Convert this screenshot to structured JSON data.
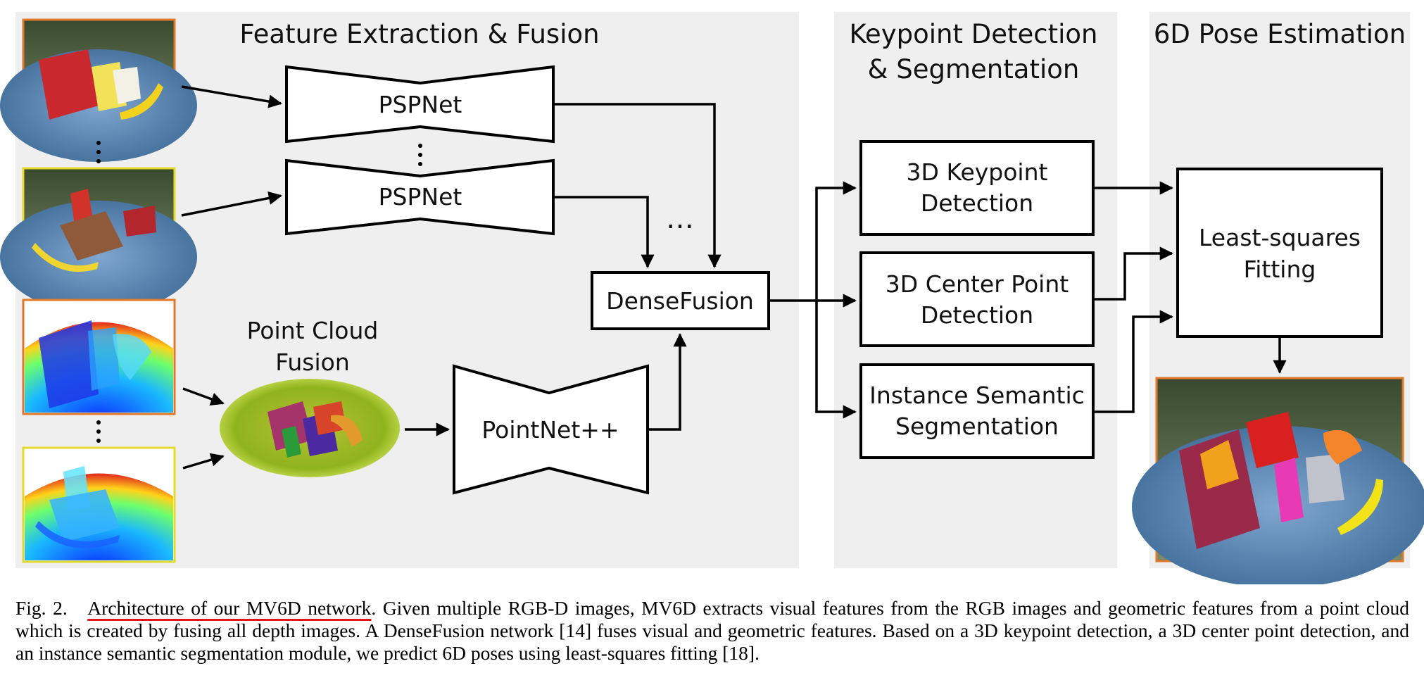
{
  "sections": {
    "extraction_title": "Feature Extraction & Fusion",
    "keypoint_title_line1": "Keypoint Detection",
    "keypoint_title_line2": "& Segmentation",
    "pose_title": "6D Pose Estimation"
  },
  "nodes": {
    "pspnet_top": "PSPNet",
    "pspnet_bottom": "PSPNet",
    "densefusion": "DenseFusion",
    "pointnet": "PointNet++",
    "point_cloud_line1": "Point Cloud",
    "point_cloud_line2": "Fusion",
    "keypoint_line1": "3D Keypoint",
    "keypoint_line2": "Detection",
    "center_line1": "3D Center Point",
    "center_line2": "Detection",
    "segmentation_line1": "Instance Semantic",
    "segmentation_line2": "Segmentation",
    "lsq_line1": "Least-squares",
    "lsq_line2": "Fitting",
    "ellipsis": "…"
  },
  "caption": {
    "figure_label": "Fig. 2.",
    "figure_title": "Architecture of our MV6D network",
    "body": ". Given multiple RGB-D images, MV6D extracts visual features from the RGB images and geometric features from a point cloud which is created by fusing all depth images. A DenseFusion network [14] fuses visual and geometric features. Based on a 3D keypoint detection, a 3D center point detection, and an instance semantic segmentation module, we predict 6D poses using least-squares fitting [18]."
  },
  "colors": {
    "panel": "#efefef",
    "rgb_frame_1": "#e07a2a",
    "rgb_frame_2": "#e4d92c",
    "underline": "#e3121b"
  }
}
